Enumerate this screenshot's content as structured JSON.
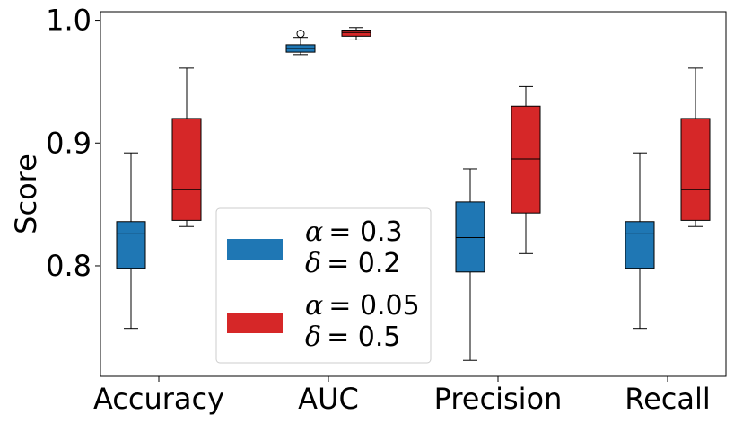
{
  "chart_data": {
    "type": "box",
    "ylabel": "Score",
    "ylim": [
      0.71,
      1.007
    ],
    "yticks": [
      0.8,
      0.9,
      1.0
    ],
    "ytick_labels": [
      "0.8",
      "0.9",
      "1.0"
    ],
    "categories": [
      "Accuracy",
      "AUC",
      "Precision",
      "Recall"
    ],
    "series": [
      {
        "legend_var1": "α",
        "legend_val1": "= 0.3",
        "legend_var2": "δ",
        "legend_val2": "= 0.2",
        "color": "#1f77b4",
        "boxes": [
          {
            "whislo": 0.749,
            "q1": 0.798,
            "med": 0.826,
            "q3": 0.836,
            "whishi": 0.892,
            "fliers": []
          },
          {
            "whislo": 0.972,
            "q1": 0.974,
            "med": 0.977,
            "q3": 0.98,
            "whishi": 0.986,
            "fliers": [
              0.989
            ]
          },
          {
            "whislo": 0.723,
            "q1": 0.795,
            "med": 0.823,
            "q3": 0.852,
            "whishi": 0.879,
            "fliers": []
          },
          {
            "whislo": 0.749,
            "q1": 0.798,
            "med": 0.826,
            "q3": 0.836,
            "whishi": 0.892,
            "fliers": []
          }
        ]
      },
      {
        "legend_var1": "α",
        "legend_val1": "= 0.05",
        "legend_var2": "δ",
        "legend_val2": "= 0.5",
        "color": "#d62728",
        "boxes": [
          {
            "whislo": 0.832,
            "q1": 0.837,
            "med": 0.862,
            "q3": 0.92,
            "whishi": 0.961,
            "fliers": []
          },
          {
            "whislo": 0.984,
            "q1": 0.987,
            "med": 0.99,
            "q3": 0.992,
            "whishi": 0.994,
            "fliers": []
          },
          {
            "whislo": 0.81,
            "q1": 0.843,
            "med": 0.887,
            "q3": 0.93,
            "whishi": 0.946,
            "fliers": []
          },
          {
            "whislo": 0.832,
            "q1": 0.837,
            "med": 0.862,
            "q3": 0.92,
            "whishi": 0.961,
            "fliers": []
          }
        ]
      }
    ],
    "legend_position": "lower-left",
    "grid": false
  }
}
